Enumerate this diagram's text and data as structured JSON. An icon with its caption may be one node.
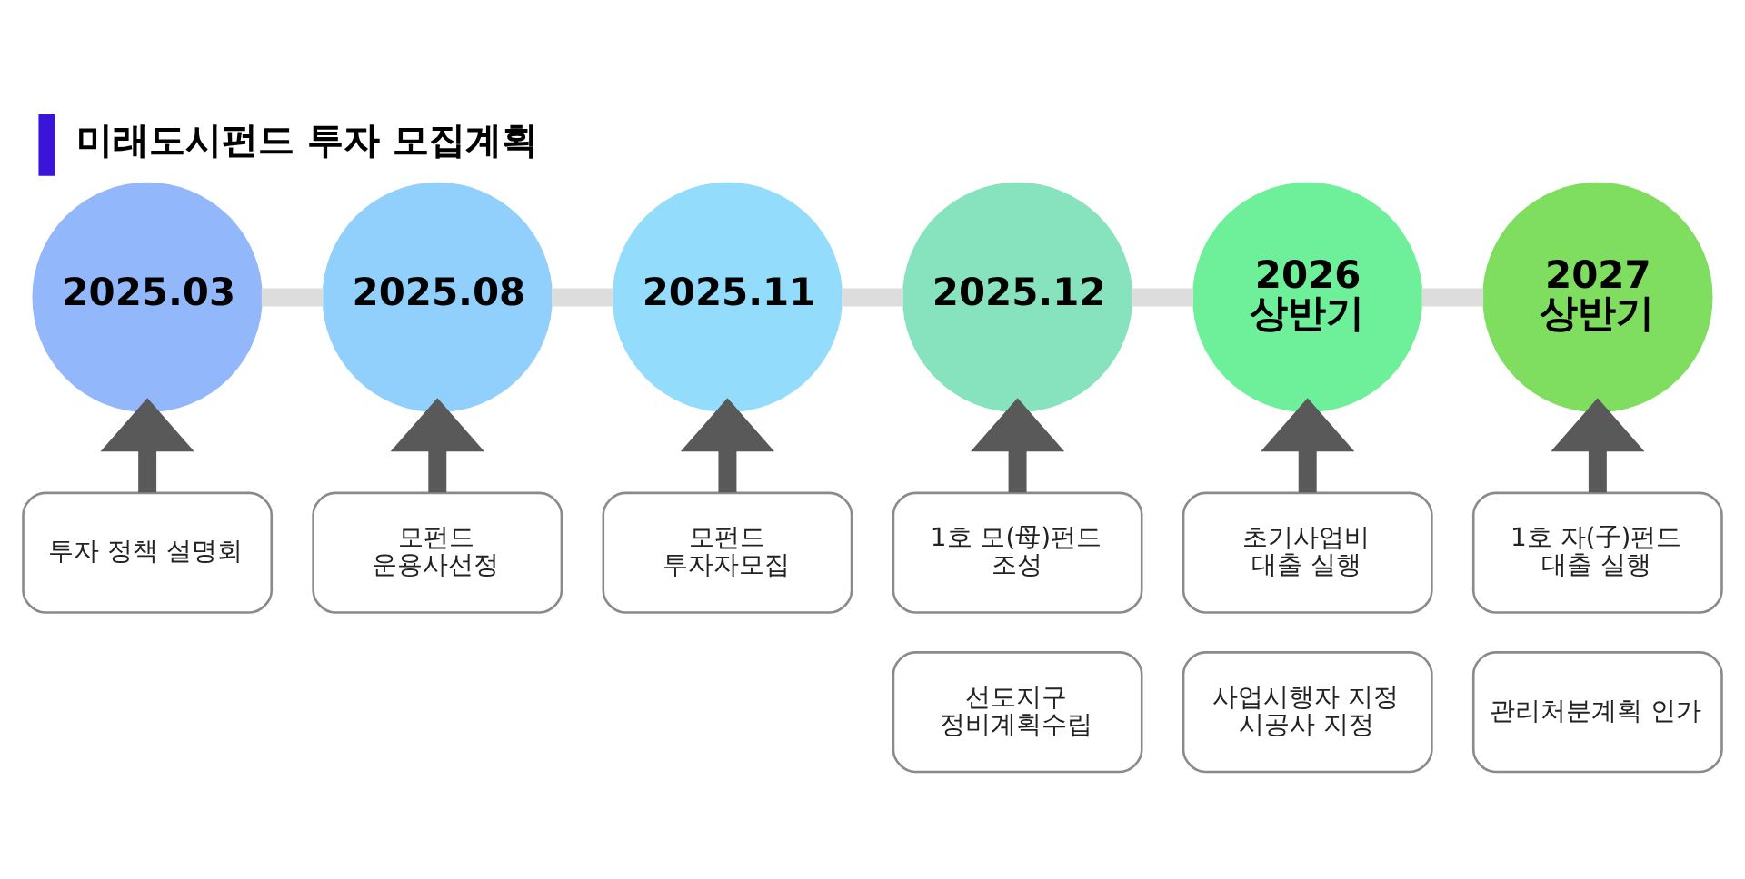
{
  "diagram": {
    "title": "미래도시펀드 투자 모집계획",
    "nodes": [
      {
        "text": [
          "2025.03"
        ]
      },
      {
        "text": [
          "2025.08"
        ]
      },
      {
        "text": [
          "2025.11"
        ]
      },
      {
        "text": [
          "2025.12"
        ]
      },
      {
        "text": [
          "2026 상반기"
        ]
      },
      {
        "text": [
          "2027 상반기"
        ]
      },
      {
        "text": [
          "투자 정책 설명회"
        ]
      },
      {
        "text": [
          "모펀드 운용사선정"
        ]
      },
      {
        "text": [
          "모펀드 투자자모집"
        ]
      },
      {
        "text": [
          "1호 모(母)펀드 조성"
        ]
      },
      {
        "text": [
          "초기사업비 대출 실행"
        ]
      },
      {
        "text": [
          "1호 자(子)펀드 대출 실행"
        ]
      },
      {
        "text": [
          "선도지구 정비계획수립"
        ]
      },
      {
        "text": [
          "사업시행자 지정 시공사 지정"
        ]
      },
      {
        "text": [
          "관리처분계획 인가"
        ]
      }
    ],
    "edges": [
      {
        "from": 0,
        "to": 1,
        "arrow": "none",
        "color": "#dddddd"
      },
      {
        "from": 1,
        "to": 2,
        "arrow": "none",
        "color": "#dddddd"
      },
      {
        "from": 2,
        "to": 3,
        "arrow": "none",
        "color": "#dddddd"
      },
      {
        "from": 3,
        "to": 4,
        "arrow": "none",
        "color": "#dddddd"
      },
      {
        "from": 4,
        "to": 5,
        "arrow": "none",
        "color": "#dddddd"
      },
      {
        "from": 6,
        "to": 0,
        "arrow": "to"
      },
      {
        "from": 7,
        "to": 1,
        "arrow": "to"
      },
      {
        "from": 8,
        "to": 2,
        "arrow": "to"
      },
      {
        "from": 9,
        "to": 3,
        "arrow": "to"
      },
      {
        "from": 10,
        "to": 4,
        "arrow": "to"
      },
      {
        "from": 11,
        "to": 5,
        "arrow": "to"
      }
    ]
  }
}
